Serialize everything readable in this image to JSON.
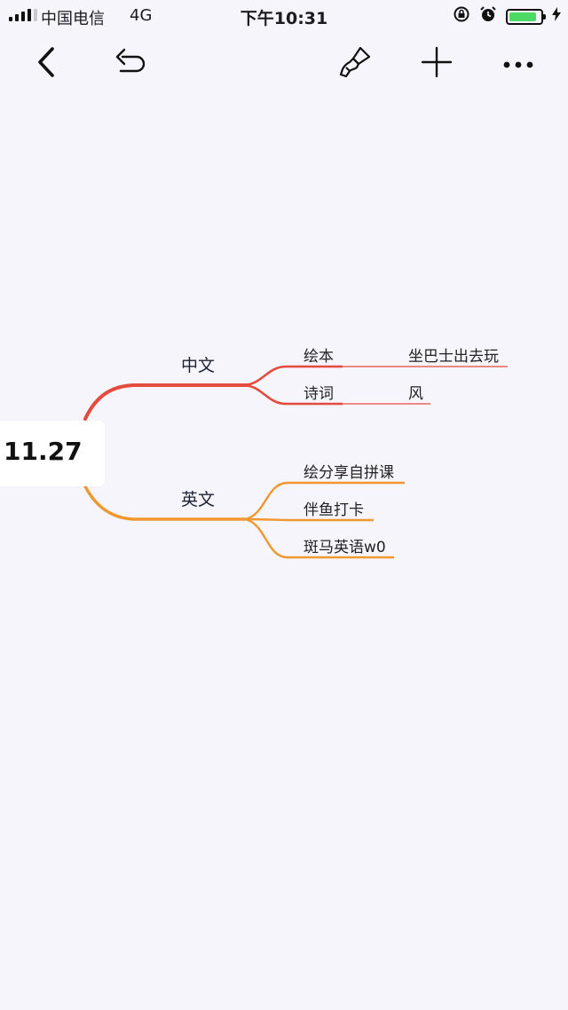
{
  "status_bar": {
    "carrier": "中国电信",
    "network": "4G",
    "time": "下午10:31",
    "battery_level": 0.88,
    "battery_color": "#4cd964"
  },
  "toolbar": {
    "back_icon": "chevron-left-icon",
    "undo_icon": "undo-icon",
    "style_icon": "paint-brush-icon",
    "add_icon": "plus-icon",
    "more_icon": "more-icon"
  },
  "mindmap": {
    "root": "11.27",
    "colors": {
      "chinese": "#e44b3c",
      "english": "#f0972f"
    },
    "branches": [
      {
        "label": "中文",
        "children": [
          {
            "label": "绘本",
            "children": [
              "坐巴士出去玩"
            ]
          },
          {
            "label": "诗词",
            "children": [
              "风"
            ]
          }
        ]
      },
      {
        "label": "英文",
        "children": [
          {
            "label": "绘分享自拼课"
          },
          {
            "label": "伴鱼打卡"
          },
          {
            "label": "斑马英语w0"
          }
        ]
      }
    ]
  }
}
